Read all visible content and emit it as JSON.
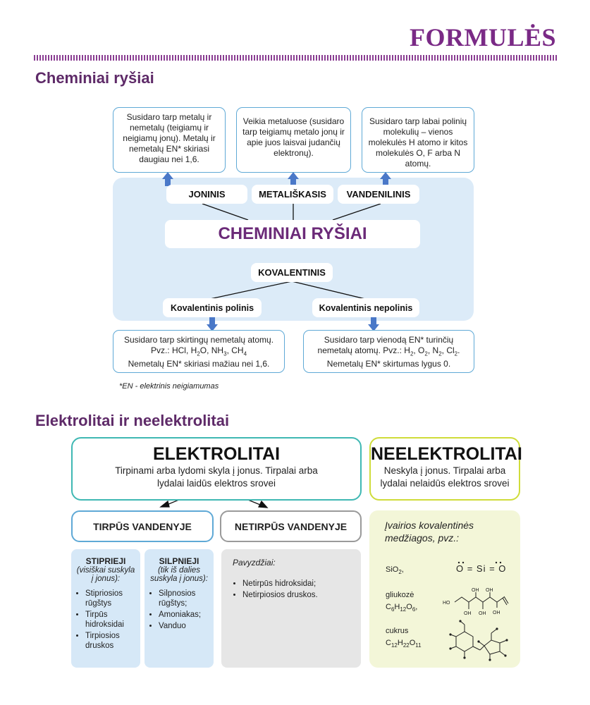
{
  "header": {
    "title": "FORMULĖS"
  },
  "section1": {
    "heading": "Cheminiai ryšiai",
    "top_boxes": [
      {
        "text": "Susidaro tarp metalų ir nemetalų (teigiamų ir neigiamų jonų). Metalų ir nemetalų EN* skiriasi daugiau nei 1,6."
      },
      {
        "text": "Veikia metaluose (susidaro tarp teigiamų metalo jonų ir apie juos laisvai judančių elektronų)."
      },
      {
        "text": "Susidaro tarp labai polinių molekulių – vienos molekulės H atomo ir kitos molekulės O, F arba N atomų."
      }
    ],
    "labels": {
      "joninis": "JONINIS",
      "metaliskasis": "METALIŠKASIS",
      "vandenilinis": "VANDENILINIS"
    },
    "center": "CHEMINIAI RYŠIAI",
    "kovalentinis": "KOVALENTINIS",
    "polinis": "Kovalentinis polinis",
    "nepolinis": "Kovalentinis nepolinis",
    "polinis_box": {
      "line1": "Susidaro tarp skirtingų nemetalų atomų.",
      "line2_prefix": "Pvz.: HCl, H",
      "line2_a": "2",
      "line2_b": "O, NH",
      "line2_c": "3",
      "line2_d": ", CH",
      "line2_e": "4",
      "line3": "Nemetalų EN* skiriasi mažiau nei 1,6."
    },
    "nepolinis_box": {
      "line1": "Susidaro tarp vienodą  EN* turinčių",
      "line2_prefix": "nemetalų atomų. Pvz.: H",
      "s1": "2",
      "m1": ", O",
      "s2": "2",
      "m2": ", N",
      "s3": "2",
      "m3": ", Cl",
      "s4": "2",
      "m4": ".",
      "line3": "Nemetalų EN* skirtumas lygus 0."
    },
    "footnote": "*EN - elektrinis neigiamumas"
  },
  "section2": {
    "heading": "Elektrolitai ir neelektrolitai",
    "elektrolitai": {
      "title": "ELEKTROLITAI",
      "line1": "Tirpinami arba lydomi skyla į jonus. Tirpalai arba",
      "line2": "lydalai laidūs elektros srovei"
    },
    "neelektrolitai": {
      "title": "NEELEKTROLITAI",
      "line1": "Neskyla į jonus. Tirpalai arba",
      "line2": "lydalai nelaidūs elektros srovei"
    },
    "tirpus": "TIRPŪS VANDENYJE",
    "netirpus": "NETIRPŪS VANDENYJE",
    "stiprieji": {
      "title": "STIPRIEJI",
      "sub1": "(visiškai suskyla",
      "sub2": "į jonus):",
      "items": [
        "Stipriosios rūgštys",
        "Tirpūs hidroksidai",
        "Tirpiosios druskos"
      ]
    },
    "silpnieji": {
      "title": "SILPNIEJI",
      "sub1": "(tik iš dalies",
      "sub2": "suskyla į jonus):",
      "items": [
        "Silpnosios rūgštys;",
        "Amoniakas;",
        "Vanduo"
      ]
    },
    "pavyzdziai": {
      "title": "Pavyzdžiai:",
      "items": [
        "Netirpūs hidroksidai;",
        "Netirpiosios druskos."
      ]
    },
    "kovalentines": {
      "title1": "Įvairios kovalentinės",
      "title2": "medžiagos, pvz.:",
      "sio2_a": "SiO",
      "sio2_b": "2",
      "sio2_c": ",",
      "sio2_struct": "O = Si = O",
      "gliukoze": "gliukozė",
      "gl_f": [
        "C",
        "6",
        "H",
        "12",
        "O",
        "6",
        ","
      ],
      "cukrus": "cukrus",
      "cu_f": [
        "C",
        "12",
        "H",
        "22",
        "O",
        "11"
      ],
      "oh": "OH",
      "ho": "HO"
    }
  },
  "colors": {
    "brand": "#7a2a86",
    "panel_blue": "#dcebf8",
    "arrow_blue": "#4a78c8",
    "teal": "#3fb8b3",
    "lime": "#cfdc3a"
  }
}
